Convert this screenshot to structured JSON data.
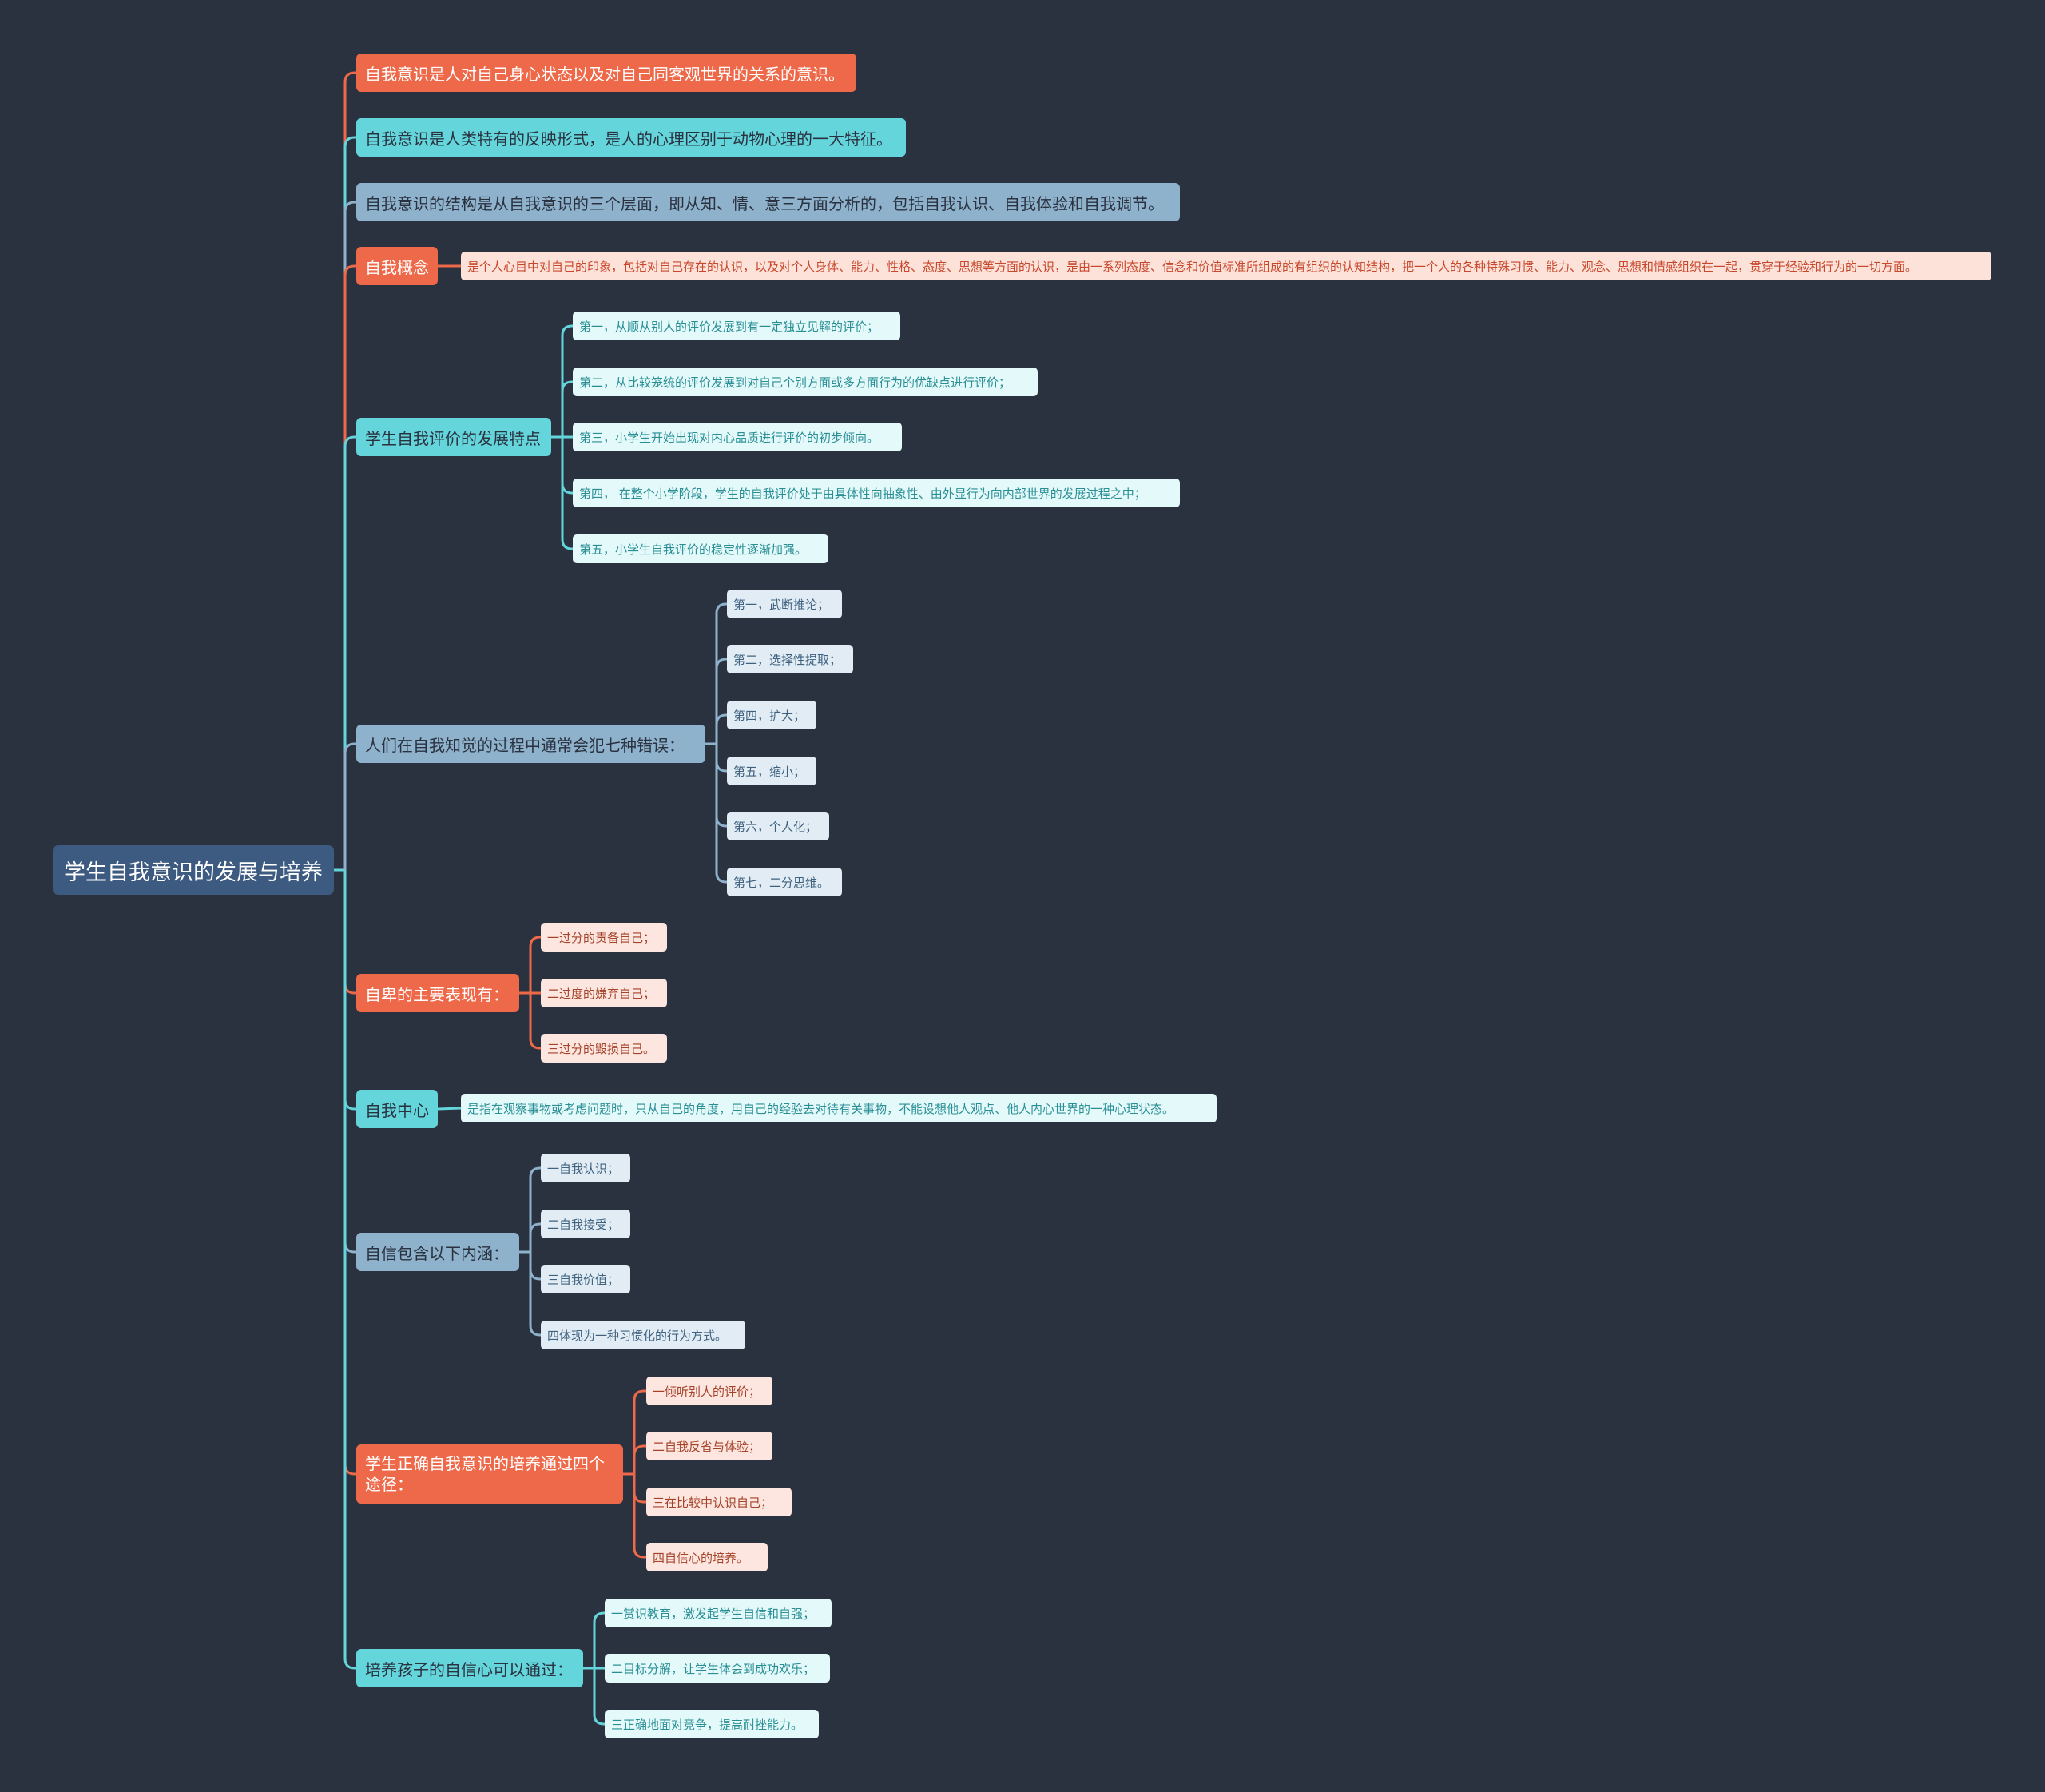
{
  "root": {
    "label": "学生自我意识的发展与培养"
  },
  "colors": {
    "background": "#2a3240",
    "root": "#3d5a80",
    "orange": "#ee6949",
    "cyan": "#65d5dc",
    "blue": "#8fb2cc"
  },
  "branches": [
    {
      "label": "自我意识是人对自己身心状态以及对自己同客观世界的关系的意识。",
      "color": "orange",
      "children": []
    },
    {
      "label": "自我意识是人类特有的反映形式，是人的心理区别于动物心理的一大特征。",
      "color": "cyan",
      "children": []
    },
    {
      "label": "自我意识的结构是从自我意识的三个层面，即从知、情、意三方面分析的，包括自我认识、自我体验和自我调节。",
      "color": "blue",
      "children": []
    },
    {
      "label": "自我概念",
      "color": "orange",
      "children": [
        "是个人心目中对自己的印象，包括对自己存在的认识，以及对个人身体、能力、性格、态度、思想等方面的认识，是由一系列态度、信念和价值标准所组成的有组织的认知结构，把一个人的各种特殊习惯、能力、观念、思想和情感组织在一起，贯穿于经验和行为的一切方面。"
      ]
    },
    {
      "label": "学生自我评价的发展特点",
      "color": "cyan",
      "children": [
        "第一，从顺从别人的评价发展到有一定独立见解的评价；",
        "第二，从比较笼统的评价发展到对自己个别方面或多方面行为的优缺点进行评价；",
        "第三，小学生开始出现对内心品质进行评价的初步倾向。",
        "第四， 在整个小学阶段，学生的自我评价处于由具体性向抽象性、由外显行为向内部世界的发展过程之中；",
        "第五，小学生自我评价的稳定性逐渐加强。"
      ]
    },
    {
      "label": "人们在自我知觉的过程中通常会犯七种错误：",
      "color": "blue",
      "children": [
        "第一，武断推论；",
        "第二，选择性提取；",
        "第四，扩大；",
        "第五，缩小；",
        "第六，个人化；",
        "第七，二分思维。"
      ]
    },
    {
      "label": "自卑的主要表现有：",
      "color": "orange",
      "children": [
        "一过分的责备自己；",
        "二过度的嫌弃自己；",
        "三过分的毁损自己。"
      ]
    },
    {
      "label": "自我中心",
      "color": "cyan",
      "children": [
        "是指在观察事物或考虑问题时，只从自己的角度，用自己的经验去对待有关事物，不能设想他人观点、他人内心世界的一种心理状态。"
      ]
    },
    {
      "label": "自信包含以下内涵：",
      "color": "blue",
      "children": [
        "一自我认识；",
        "二自我接受；",
        "三自我价值；",
        "四体现为一种习惯化的行为方式。"
      ]
    },
    {
      "label": "学生正确自我意识的培养通过四个途径：",
      "color": "orange",
      "children": [
        "一倾听别人的评价；",
        "二自我反省与体验；",
        "三在比较中认识自己；",
        "四自信心的培养。"
      ]
    },
    {
      "label": "培养孩子的自信心可以通过：",
      "color": "cyan",
      "children": [
        "一赏识教育，激发起学生自信和自强；",
        "二目标分解，让学生体会到成功欢乐；",
        "三正确地面对竞争，提高耐挫能力。"
      ]
    }
  ]
}
